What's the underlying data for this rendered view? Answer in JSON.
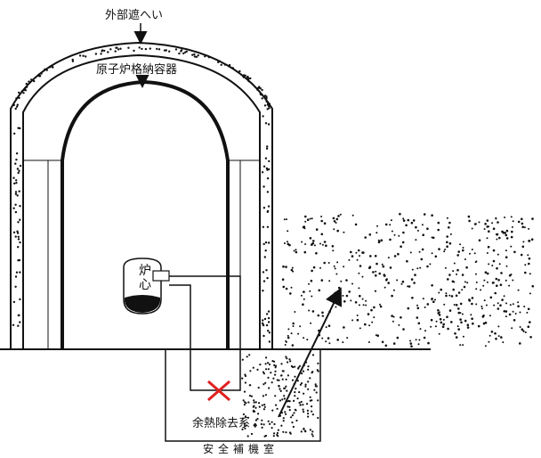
{
  "labels": {
    "outer_shield_wall": "外部遮へい",
    "containment_vessel": "原子炉格納容器",
    "core_line1": "炉",
    "core_line2": "心",
    "residual_heat_removal": "余熱除去系",
    "aux_building": "安全補機室"
  },
  "colors": {
    "line": "#111111",
    "concrete_fill": "#ffffff",
    "dots": "#111111",
    "failure_mark": "#e02020"
  },
  "icons": {
    "failure_mark": "red-x-icon"
  }
}
